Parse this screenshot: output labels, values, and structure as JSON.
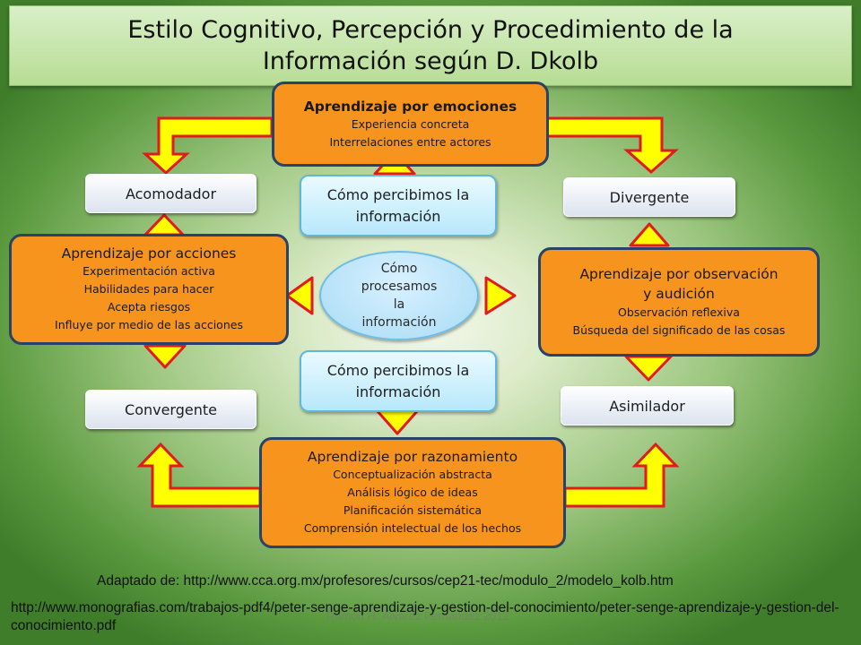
{
  "title": {
    "line1": "Estilo Cognitivo, Percepción y Procedimiento de la",
    "line2": "Información según D. Dkolb"
  },
  "boxes": {
    "emociones": {
      "title": "Aprendizaje por emociones",
      "lines": [
        "Experiencia concreta",
        "Interrelaciones entre actores"
      ]
    },
    "acciones": {
      "title": "Aprendizaje por acciones",
      "lines": [
        "Experimentación activa",
        "Habilidades para hacer",
        "Acepta riesgos",
        "Influye por medio de las acciones"
      ]
    },
    "observacion": {
      "title_line1": "Aprendizaje por observación",
      "title_line2": "y audición",
      "lines": [
        "Observación reflexiva",
        "Búsqueda del significado de las cosas"
      ]
    },
    "razonamiento": {
      "title": "Aprendizaje por razonamiento",
      "lines": [
        "Conceptualización abstracta",
        "Análisis lógico de ideas",
        "Planificación sistemática",
        "Comprensión intelectual de los hechos"
      ]
    }
  },
  "styles": {
    "acomodador": "Acomodador",
    "divergente": "Divergente",
    "convergente": "Convergente",
    "asimilador": "Asimilador"
  },
  "percibimos": {
    "top": {
      "line1": "Cómo percibimos la",
      "line2": "información"
    },
    "bottom": {
      "line1": "Cómo percibimos la",
      "line2": "información"
    }
  },
  "procesamos": {
    "lines": [
      "Cómo",
      "procesamos",
      "la",
      "información"
    ]
  },
  "sources": {
    "adapted": "Adaptado de: http://www.cca.org.mx/profesores/cursos/cep21-tec/modulo_2/modelo_kolb.htm",
    "monografias": "http://www.monografias.com/trabajos-pdf4/peter-senge-aprendizaje-y-gestion-del-conocimiento/peter-senge-aprendizaje-y-gestion-del-conocimiento.pdf",
    "watermark": "Ramón H. Álvarez Fernández 2012"
  },
  "colors": {
    "box_fill": "#f7941d",
    "box_border": "#2a4266",
    "arrow_fill": "#ffff00",
    "arrow_stroke": "#e01b1b",
    "blue_fill": "#b7e8fb"
  }
}
